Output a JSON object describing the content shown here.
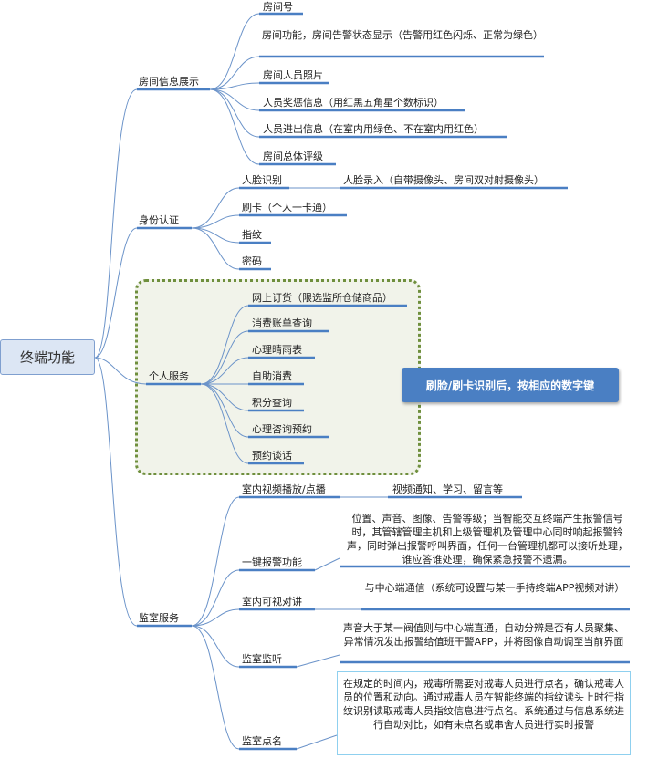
{
  "root": {
    "label": "终端功能"
  },
  "callout": {
    "text": "刷脸/刷卡识别后，按相应的数字键"
  },
  "branches": {
    "room_info": {
      "label": "房间信息展示",
      "items": [
        "房间号",
        "房间功能，房间告警状态显示（告警用红色闪烁、正常为绿色）",
        "房间人员照片",
        "人员奖惩信息（用红黑五角星个数标识）",
        "人员进出信息（在室内用绿色、不在室内用红色）",
        "房间总体评级"
      ]
    },
    "identity": {
      "label": "身份认证",
      "items": [
        "人脸识别",
        "刷卡（个人一卡通）",
        "指纹",
        "密码"
      ],
      "face_sub": "人脸录入（自带摄像头、房间双对射摄像头）"
    },
    "personal": {
      "label": "个人服务",
      "items": [
        "网上订货（限选监所仓储商品）",
        "消费账单查询",
        "心理晴雨表",
        "自助消费",
        "积分查询",
        "心理咨询预约",
        "预约谈话"
      ]
    },
    "supervision": {
      "label": "监室服务",
      "items": [
        "室内视频播放/点播",
        "一键报警功能",
        "室内可视对讲",
        "监室监听",
        "监室点名"
      ],
      "details": [
        "视频通知、学习、留言等",
        "位置、声音、图像、告警等级；当智能交互终端产生报警信号时，其管辖管理主机和上级管理机及管理中心同时响起报警铃声，同时弹出报警呼叫界面，任何一台管理机都可以接听处理，谁应答谁处理，确保紧急报警不遗漏。",
        "与中心端通信（系统可设置与某一手持终端APP视频对讲）",
        "声音大于某一阀值则与中心端直通，自动分辨是否有人员聚集、异常情况发出报警给值班干警APP，并将图像自动调至当前界面",
        "在规定的时间内，戒毒所需要对戒毒人员进行点名，确认戒毒人员的位置和动向。通过戒毒人员在智能终端的指纹读头上时行指纹识别读取戒毒人员指纹信息进行点名。系统通过与信息系统进行自动对比，如有未点名或串舍人员进行实时报警"
      ]
    }
  }
}
